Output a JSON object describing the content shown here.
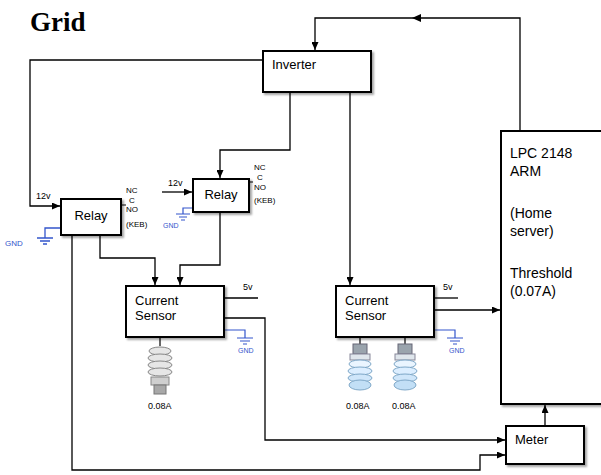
{
  "diagram": {
    "title": "Grid",
    "nodes": [
      {
        "text": [
          "Inverter"
        ]
      },
      {
        "text": [
          "Relay"
        ]
      },
      {
        "text": [
          "Relay"
        ]
      },
      {
        "text": [
          "Current Sensor"
        ]
      },
      {
        "text": [
          "Current Sensor"
        ]
      },
      {
        "text": [
          "LPC 2148 ARM",
          "(Home server)",
          "Threshold (0.07A)"
        ]
      },
      {
        "text": [
          "Meter"
        ]
      }
    ],
    "edges": [
      {
        "from": 5,
        "to": 0,
        "arrow": "to"
      },
      {
        "from": 0,
        "to": 1,
        "arrow": "to"
      },
      {
        "from": 0,
        "to": 2,
        "arrow": "to"
      },
      {
        "from": 0,
        "to": 4,
        "arrow": "to"
      },
      {
        "from": 1,
        "to": 3,
        "arrow": "to"
      },
      {
        "from": 2,
        "to": 3,
        "arrow": "to"
      },
      {
        "from": 3,
        "to": 6,
        "arrow": "to"
      },
      {
        "from": 4,
        "to": 5,
        "arrow": "to"
      },
      {
        "from": 6,
        "to": 5,
        "arrow": "to"
      },
      {
        "from": 1,
        "to": 6,
        "arrow": "to"
      }
    ],
    "labels": [
      "12v",
      "NC",
      "C",
      "NO",
      "(KEB)",
      "GND",
      "12v",
      "NC",
      "C",
      "NO",
      "(KEB)",
      "GND",
      "5v",
      "GND",
      "5v",
      "GND",
      "0.08A",
      "0.08A",
      "0.08A"
    ]
  }
}
